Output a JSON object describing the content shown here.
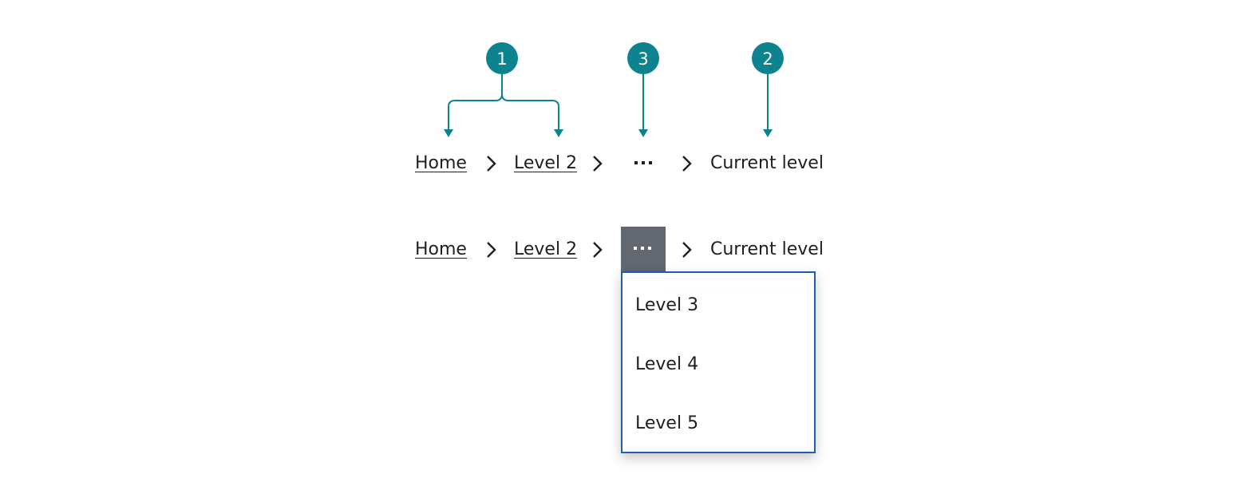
{
  "callouts": [
    {
      "number": "1"
    },
    {
      "number": "3"
    },
    {
      "number": "2"
    }
  ],
  "breadcrumb_collapsed": {
    "home": "Home",
    "level2": "Level 2",
    "current": "Current level"
  },
  "breadcrumb_expanded": {
    "home": "Home",
    "level2": "Level 2",
    "current": "Current level",
    "menu_items": [
      "Level 3",
      "Level 4",
      "Level 5"
    ]
  },
  "colors": {
    "callout": "#0d8390",
    "overflow_button": "#626770",
    "menu_border": "#1f5ea8"
  }
}
